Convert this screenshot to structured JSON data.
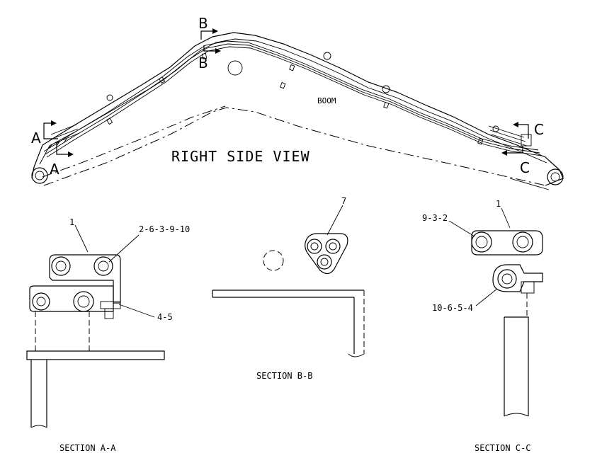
{
  "title": "RIGHT SIDE VIEW",
  "boom_label": "BOOM",
  "section_markers": {
    "a_top": "A",
    "a_bottom": "A",
    "b_top": "B",
    "b_bottom": "B",
    "c_top": "C",
    "c_bottom": "C"
  },
  "section_aa": {
    "caption": "SECTION A-A",
    "callout_1": "1",
    "callout_top": "2-6-3-9-10",
    "callout_side": "4-5"
  },
  "section_bb": {
    "caption": "SECTION B-B",
    "callout_7": "7"
  },
  "section_cc": {
    "caption": "SECTION C-C",
    "callout_1": "1",
    "callout_top": "9-3-2",
    "callout_bottom": "10-6-5-4"
  }
}
